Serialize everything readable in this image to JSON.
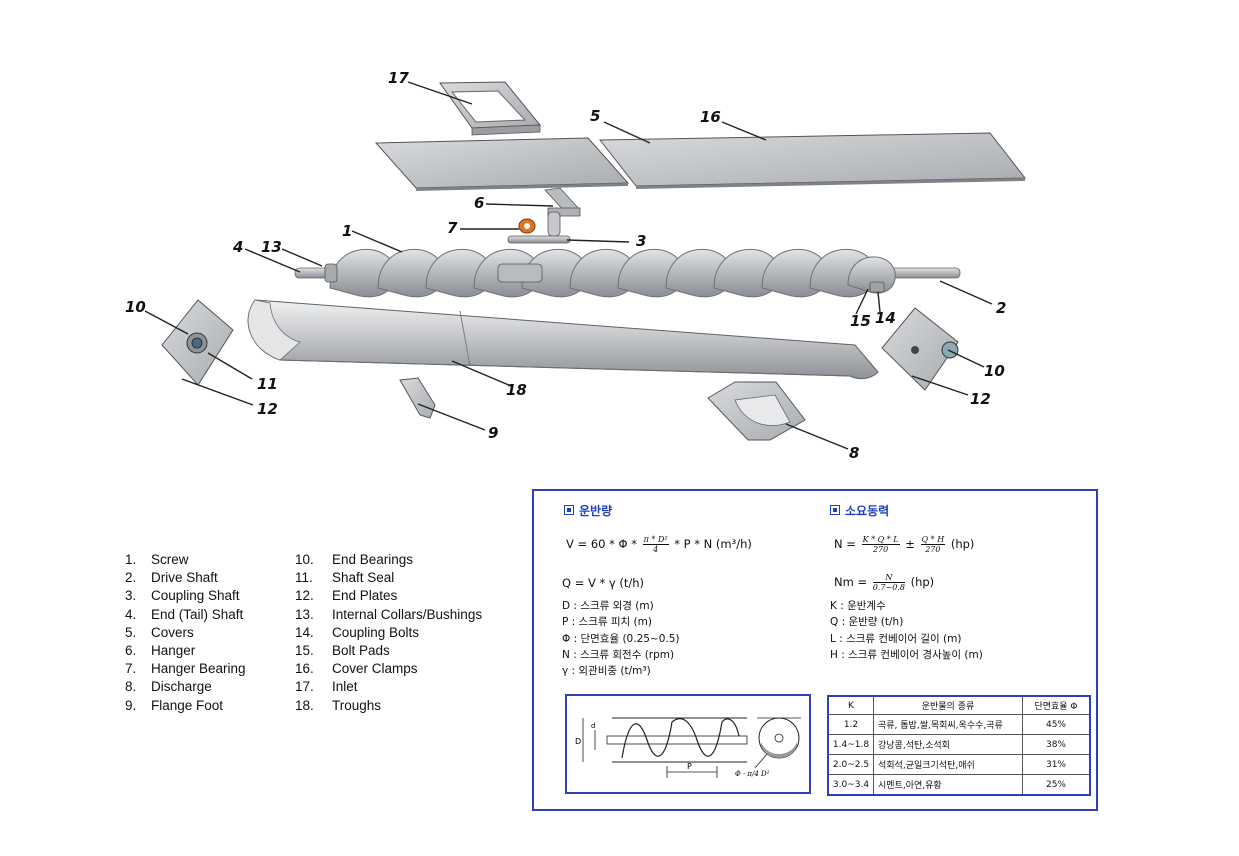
{
  "callouts": [
    "17",
    "5",
    "16",
    "6",
    "7",
    "3",
    "1",
    "13",
    "4",
    "2",
    "15",
    "14",
    "10",
    "11",
    "12",
    "18",
    "9",
    "8",
    "10",
    "12"
  ],
  "parts": [
    {
      "num": "1.",
      "name": "Screw"
    },
    {
      "num": "2.",
      "name": "Drive Shaft"
    },
    {
      "num": "3.",
      "name": "Coupling Shaft"
    },
    {
      "num": "4.",
      "name": "End (Tail) Shaft"
    },
    {
      "num": "5.",
      "name": "Covers"
    },
    {
      "num": "6.",
      "name": "Hanger"
    },
    {
      "num": "7.",
      "name": "Hanger Bearing"
    },
    {
      "num": "8.",
      "name": "Discharge"
    },
    {
      "num": "9.",
      "name": "Flange Foot"
    },
    {
      "num": "10.",
      "name": "End Bearings"
    },
    {
      "num": "11.",
      "name": "Shaft Seal"
    },
    {
      "num": "12.",
      "name": "End Plates"
    },
    {
      "num": "13.",
      "name": "Internal Collars/Bushings"
    },
    {
      "num": "14.",
      "name": "Coupling Bolts"
    },
    {
      "num": "15.",
      "name": "Bolt Pads"
    },
    {
      "num": "16.",
      "name": "Cover Clamps"
    },
    {
      "num": "17.",
      "name": "Inlet"
    },
    {
      "num": "18.",
      "name": "Troughs"
    }
  ],
  "capacity": {
    "title": "운반량",
    "formula_v_pre": "V = 60 * Φ *",
    "formula_v_num": "π * D²",
    "formula_v_den": "4",
    "formula_v_post": "* P * N (m³/h)",
    "formula_q": "Q = V * γ (t/h)",
    "defs": [
      "D : 스크류 외경 (m)",
      "P : 스크류 피치 (m)",
      "Φ : 단면효율 (0.25~0.5)",
      "N : 스크류 회전수 (rpm)",
      "γ : 외관비중 (t/m³)"
    ]
  },
  "power": {
    "title": "소요동력",
    "n_pre": "N =",
    "n_frac1_num": "K * Q * L",
    "n_frac1_den": "270",
    "n_pm": "±",
    "n_frac2_num": "Q * H",
    "n_frac2_den": "270",
    "n_post": "(hp)",
    "nm_pre": "Nm =",
    "nm_num": "N",
    "nm_den": "0.7~0.8",
    "nm_post": "(hp)",
    "defs": [
      "K : 운반계수",
      "Q : 운반량 (t/h)",
      "L : 스크류 컨베이어 길이 (m)",
      "H : 스크류 컨베이어 경사높이 (m)"
    ]
  },
  "sketch": {
    "label_d_small": "d",
    "label_d": "D",
    "label_p": "P",
    "formula": "Φ · π/4 D²"
  },
  "k_table": {
    "headers": [
      "K",
      "운반물의 종류",
      "단면효율 Φ"
    ],
    "rows": [
      [
        "1.2",
        "곡류, 톱밥,쌀,목회씨,옥수수,곡류",
        "45%"
      ],
      [
        "1.4~1.8",
        "강낭콩,석탄,소석회",
        "38%"
      ],
      [
        "2.0~2.5",
        "석회석,균일크기석탄,애쉬",
        "31%"
      ],
      [
        "3.0~3.4",
        "시멘트,아연,유황",
        "25%"
      ]
    ]
  },
  "colors": {
    "accent_blue": "#2a3fb8",
    "metal": "#b9bcc0",
    "bearing_orange": "#d9762b"
  }
}
